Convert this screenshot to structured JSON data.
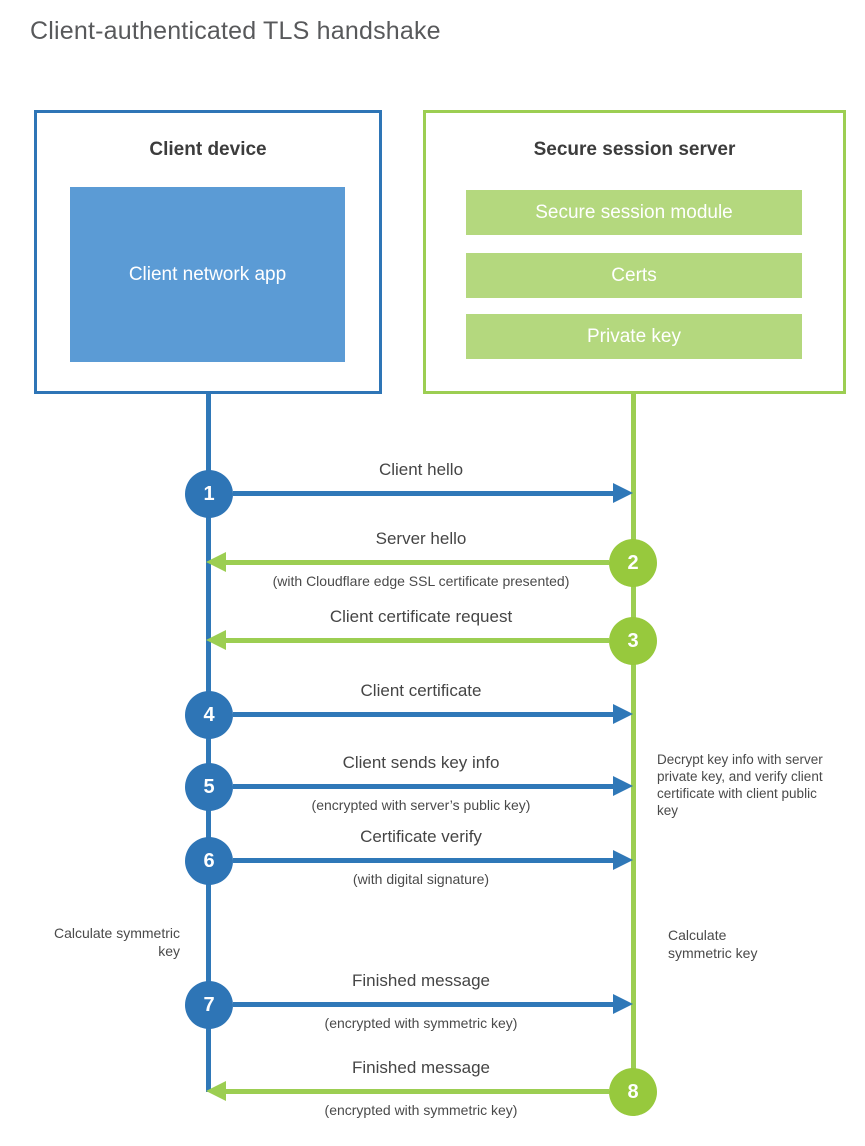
{
  "title": "Client-authenticated TLS handshake",
  "client_box": {
    "title": "Client device",
    "app_label": "Client network app"
  },
  "server_box": {
    "title": "Secure session server",
    "modules": [
      "Secure session module",
      "Certs",
      "Private key"
    ]
  },
  "steps": [
    {
      "num": "1",
      "direction": "right",
      "actor": "client",
      "label": "Client hello",
      "sub": ""
    },
    {
      "num": "2",
      "direction": "left",
      "actor": "server",
      "label": "Server hello",
      "sub": "(with Cloudflare edge SSL certificate presented)"
    },
    {
      "num": "3",
      "direction": "left",
      "actor": "server",
      "label": "Client certificate request",
      "sub": ""
    },
    {
      "num": "4",
      "direction": "right",
      "actor": "client",
      "label": "Client certificate",
      "sub": ""
    },
    {
      "num": "5",
      "direction": "right",
      "actor": "client",
      "label": "Client sends key info",
      "sub": "(encrypted with server’s public key)"
    },
    {
      "num": "6",
      "direction": "right",
      "actor": "client",
      "label": "Certificate verify",
      "sub": "(with digital signature)"
    },
    {
      "num": "7",
      "direction": "right",
      "actor": "client",
      "label": "Finished message",
      "sub": "(encrypted with symmetric key)"
    },
    {
      "num": "8",
      "direction": "left",
      "actor": "server",
      "label": "Finished message",
      "sub": "(encrypted with symmetric key)"
    }
  ],
  "annotations": {
    "client_calculate": "Calculate symmetric key",
    "server_calculate": "Calculate symmetric key",
    "server_note": "Decrypt key info with server private key, and verify client certificate with client public key"
  },
  "colors": {
    "blue": "#2e75b6",
    "blue_fill": "#5b9bd5",
    "green": "#97c93d",
    "green_line": "#9cce52",
    "green_fill": "#b4d87e",
    "label_text": "#454545",
    "title_text": "#58595b"
  }
}
